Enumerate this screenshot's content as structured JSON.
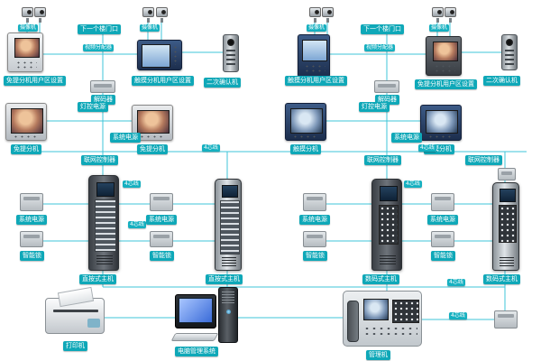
{
  "colors": {
    "wire": "#3fc6d8",
    "label_bg": "#0fa8b8",
    "label_text": "#ffffff",
    "background": "#ffffff"
  },
  "labels": {
    "camera_1": "摄像机",
    "camera_2": "摄像机",
    "camera_3": "摄像机",
    "camera_4": "摄像机",
    "next_left": "下一个楼门口",
    "next_right": "下一个楼门口",
    "video_dist_left": "视频分配器",
    "video_dist_right": "视频分配器",
    "zone_handsfree_left": "免提分机用户区设置",
    "zone_touch_left": "触摸分机用户区设置",
    "zone_touch_right": "触摸分机用户区设置",
    "zone_handsfree_right": "免提分机用户区设置",
    "confirm_left": "二次确认机",
    "confirm_right": "二次确认机",
    "decoder_left": "解码器",
    "decoder_right": "解码器",
    "light_power_left": "灯控电源",
    "light_power_right": "灯控电源",
    "sys_power_mid_left": "系统电源",
    "sys_power_mid_right": "系统电源",
    "handsfree_a": "免提分机",
    "handsfree_b": "免提分机",
    "touch_a": "触摸分机",
    "touch_b": "触摸分机",
    "net_ctrl_left": "联网控制器",
    "net_ctrl_right": "联网控制器",
    "net_ctrl_far": "联网控制器",
    "wire4": "4芯线",
    "sys_power_1": "系统电源",
    "sys_power_2": "系统电源",
    "sys_power_3": "系统电源",
    "sys_power_4": "系统电源",
    "lock_1": "智能锁",
    "lock_2": "智能锁",
    "lock_3": "智能锁",
    "lock_4": "智能锁",
    "host_direct_1": "直按式主机",
    "host_direct_2": "直按式主机",
    "host_digital_1": "数码式主机",
    "host_digital_2": "数码式主机",
    "printer": "打印机",
    "pc": "电脑管理系统",
    "manager": "管理机"
  }
}
